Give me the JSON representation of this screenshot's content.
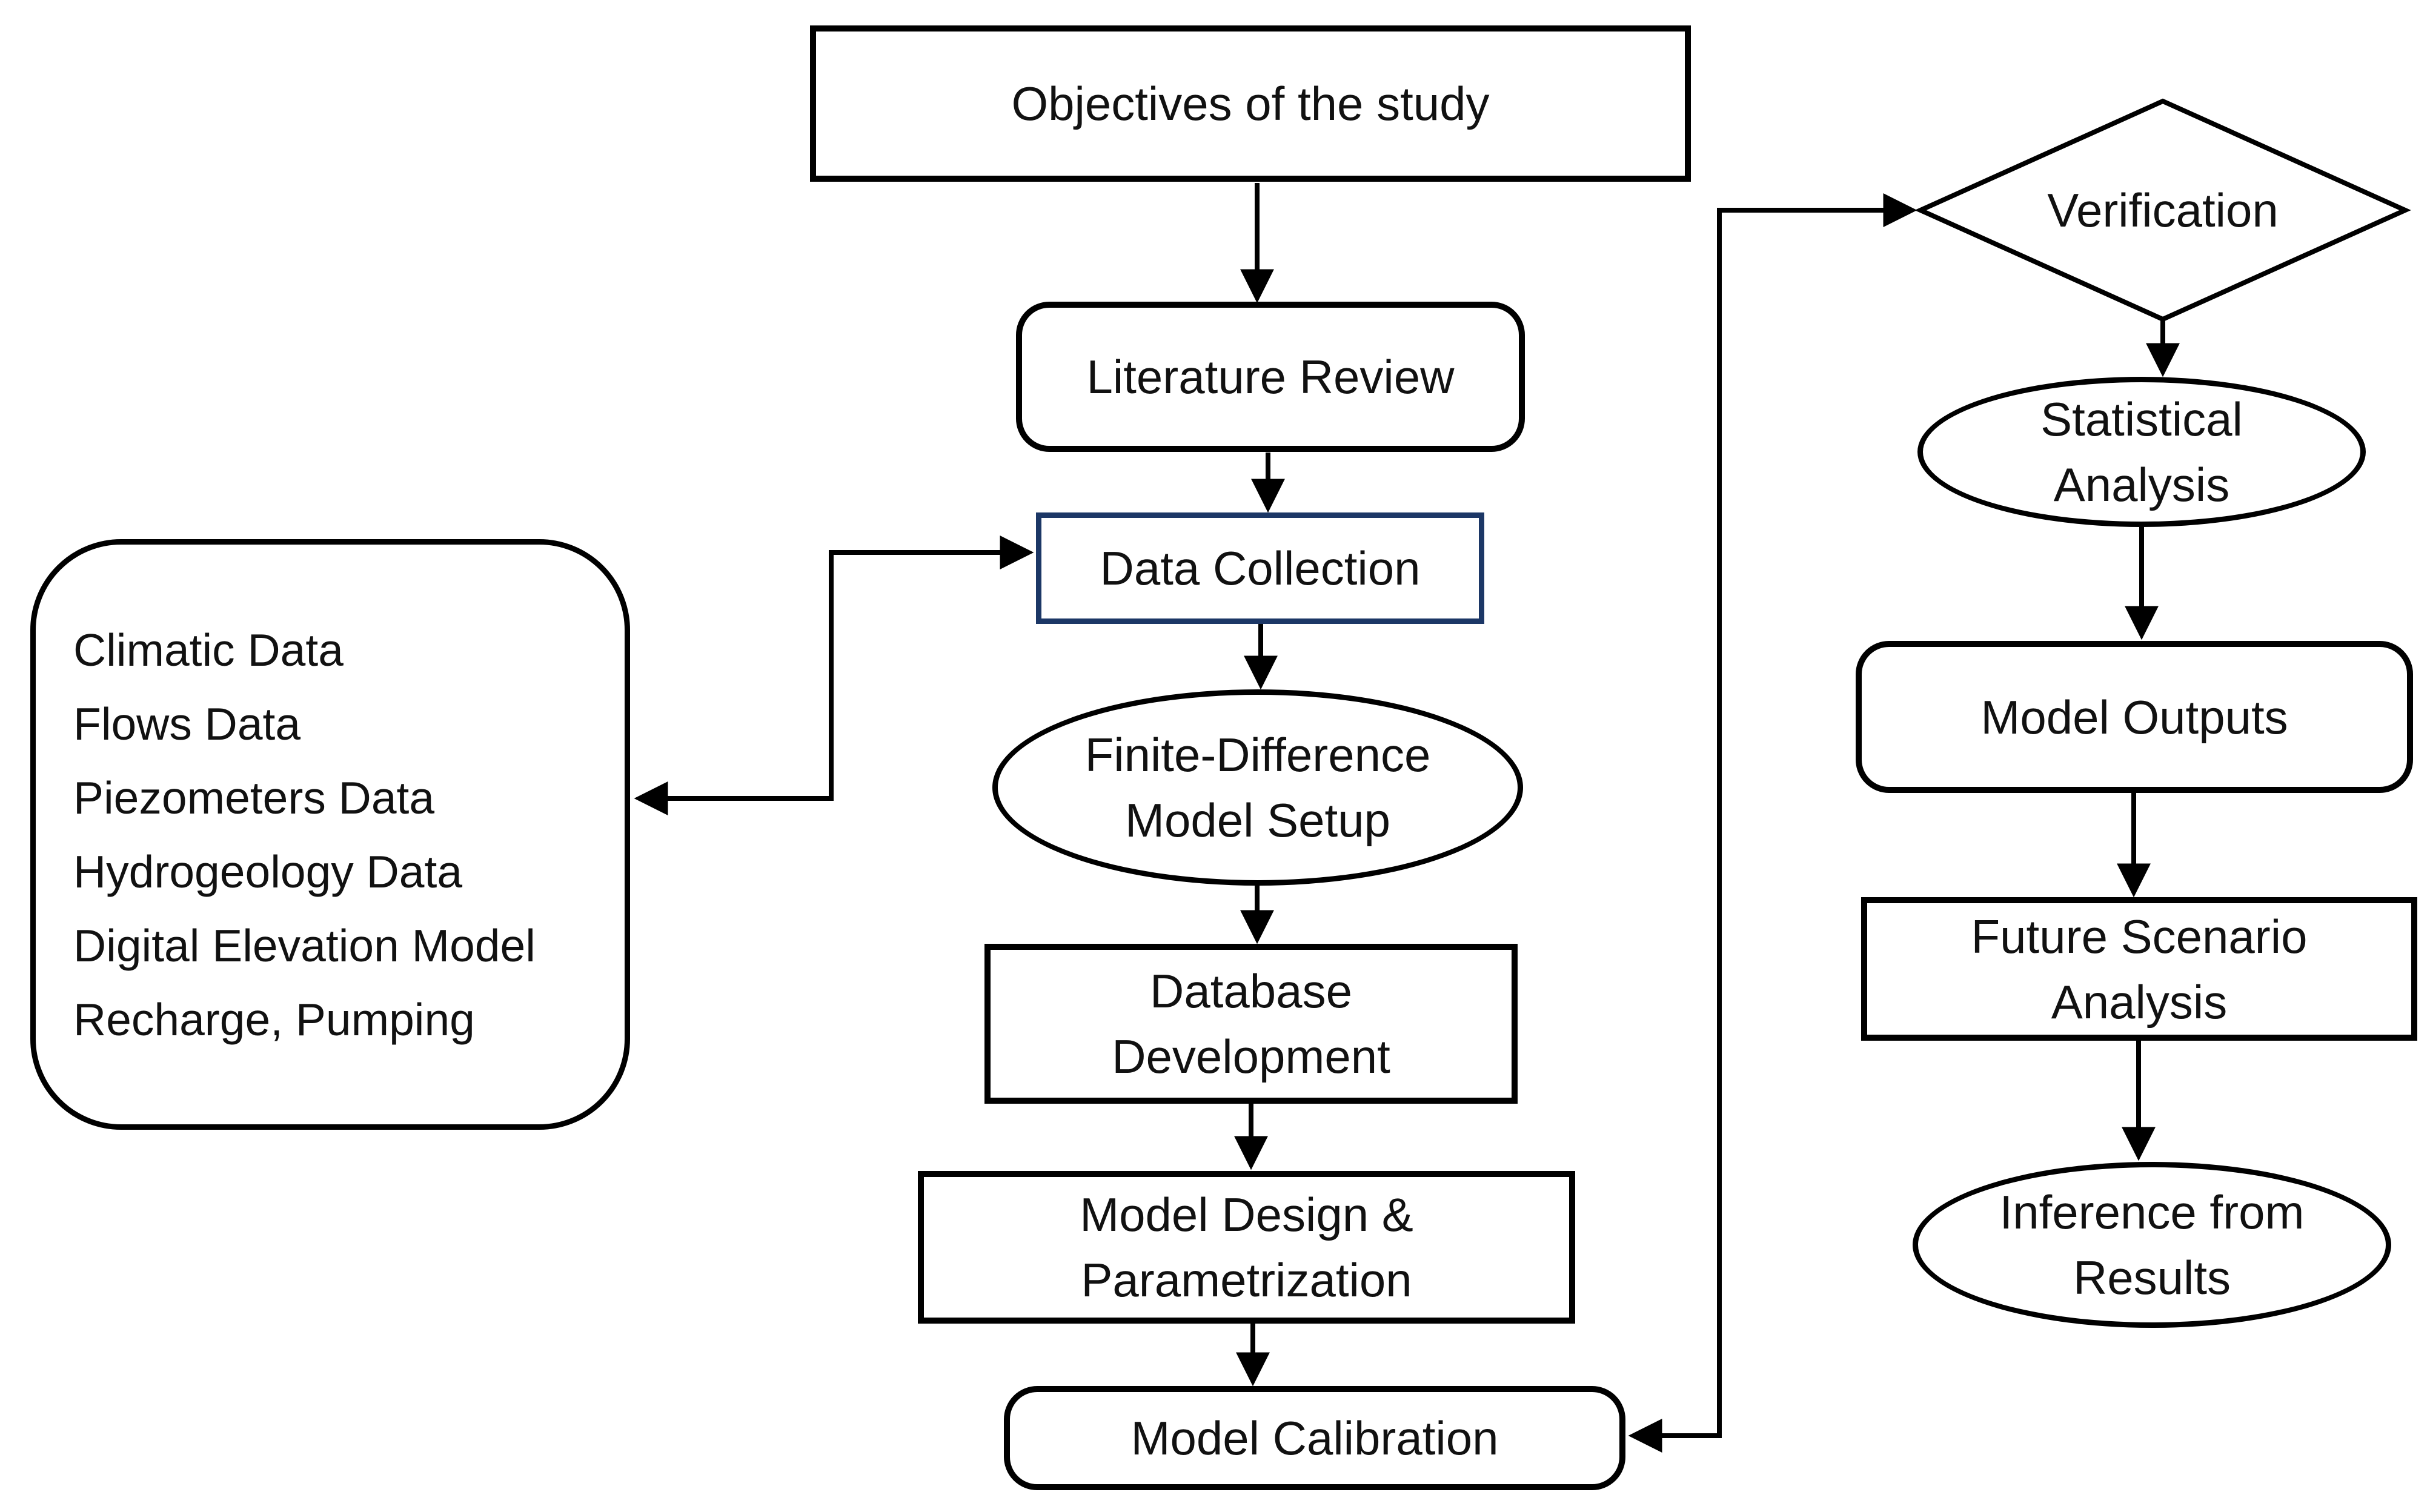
{
  "diagram": {
    "title": "Groundwater modelling methodology flowchart",
    "background_color": "#ffffff",
    "line_color": "#000000",
    "accent_border_color": "#1c3766",
    "nodes": {
      "objectives": {
        "label": "Objectives of the study",
        "shape": "rectangle"
      },
      "literature_review": {
        "label": "Literature Review",
        "shape": "rounded-rectangle"
      },
      "data_collection": {
        "label": "Data Collection",
        "shape": "rectangle",
        "border_color": "#1c3766"
      },
      "finite_difference": {
        "label": "Finite-Difference\nModel Setup",
        "shape": "ellipse"
      },
      "database_development": {
        "label": "Database\nDevelopment",
        "shape": "rectangle"
      },
      "model_design": {
        "label": "Model Design &\nParametrization",
        "shape": "rectangle"
      },
      "model_calibration": {
        "label": "Model Calibration",
        "shape": "rounded-rectangle"
      },
      "verification": {
        "label": "Verification",
        "shape": "diamond"
      },
      "statistical_analysis": {
        "label": "Statistical\nAnalysis",
        "shape": "ellipse"
      },
      "model_outputs": {
        "label": "Model Outputs",
        "shape": "rounded-rectangle"
      },
      "future_scenario": {
        "label": "Future Scenario\nAnalysis",
        "shape": "rectangle"
      },
      "inference": {
        "label": "Inference from\nResults",
        "shape": "ellipse"
      },
      "data_inputs": {
        "shape": "rounded-rectangle",
        "items": [
          "Climatic Data",
          "Flows Data",
          "Piezometers Data",
          "Hydrogeology Data",
          "Digital Elevation Model",
          "Recharge, Pumping"
        ]
      }
    },
    "edges": [
      {
        "from": "objectives",
        "to": "literature_review"
      },
      {
        "from": "literature_review",
        "to": "data_collection"
      },
      {
        "from": "data_collection",
        "to": "finite_difference"
      },
      {
        "from": "finite_difference",
        "to": "database_development"
      },
      {
        "from": "database_development",
        "to": "model_design"
      },
      {
        "from": "model_design",
        "to": "model_calibration"
      },
      {
        "from": "data_collection",
        "to": "data_inputs",
        "bidirectional": true
      },
      {
        "from": "model_calibration",
        "to": "verification",
        "bidirectional": true
      },
      {
        "from": "verification",
        "to": "statistical_analysis"
      },
      {
        "from": "statistical_analysis",
        "to": "model_outputs"
      },
      {
        "from": "model_outputs",
        "to": "future_scenario"
      },
      {
        "from": "future_scenario",
        "to": "inference"
      }
    ]
  }
}
